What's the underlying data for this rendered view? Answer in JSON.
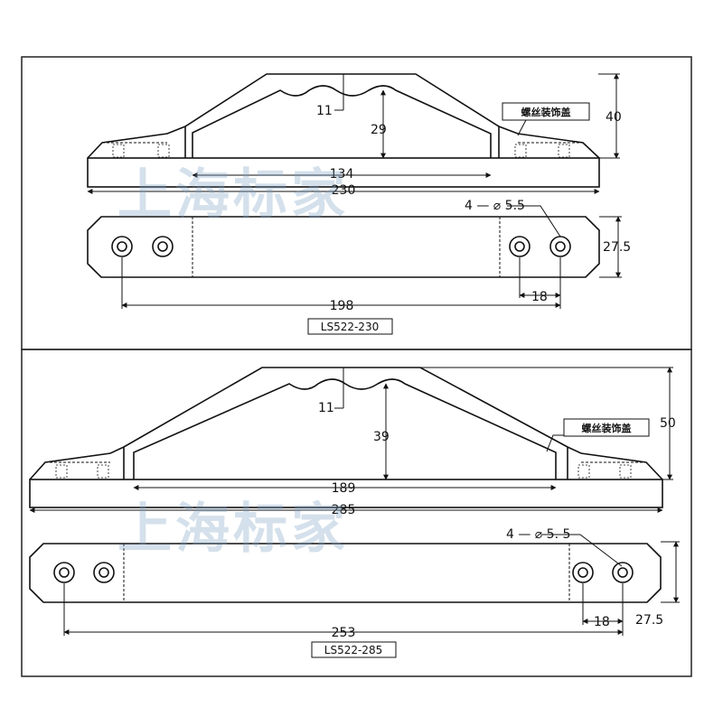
{
  "watermark": "上海标家",
  "panels": [
    {
      "model": "LS522-230",
      "cover_label": "螺丝装饰盖",
      "hole_spec": "4 — ⌀ 5.5",
      "dims": {
        "overall_length": "230",
        "inner_span": "134",
        "height": "40",
        "inner_height": "29",
        "wave_depth": "11",
        "hole_spacing": "198",
        "hole_pitch": "18",
        "width": "27.5"
      }
    },
    {
      "model": "LS522-285",
      "cover_label": "螺丝装饰盖",
      "hole_spec": "4 — ⌀ 5. 5",
      "dims": {
        "overall_length": "285",
        "inner_span": "189",
        "height": "50",
        "inner_height": "39",
        "wave_depth": "11",
        "hole_spacing": "253",
        "hole_pitch": "18",
        "width": "27.5"
      }
    }
  ]
}
